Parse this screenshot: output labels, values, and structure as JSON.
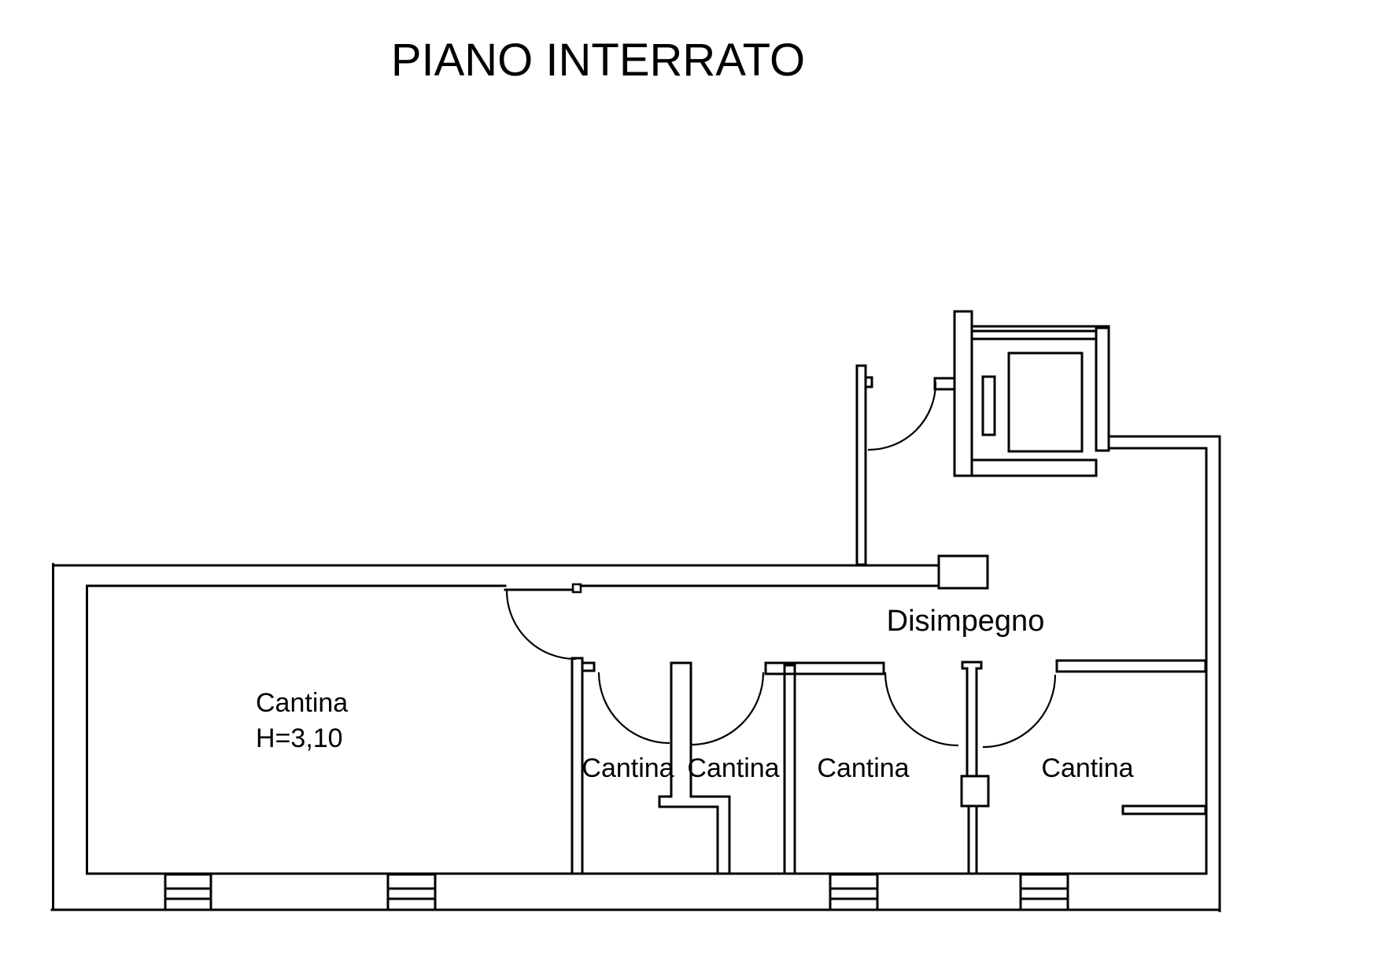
{
  "title": "PIANO INTERRATO",
  "rooms": {
    "disimpegno": {
      "label": "Disimpegno"
    },
    "cantina_large": {
      "label": "Cantina",
      "height_note": "H=3,10"
    },
    "cantina_1": {
      "label": "Cantina"
    },
    "cantina_2": {
      "label": "Cantina"
    },
    "cantina_3": {
      "label": "Cantina"
    },
    "cantina_4": {
      "label": "Cantina"
    }
  },
  "colors": {
    "line": "#000000",
    "background": "#ffffff"
  }
}
